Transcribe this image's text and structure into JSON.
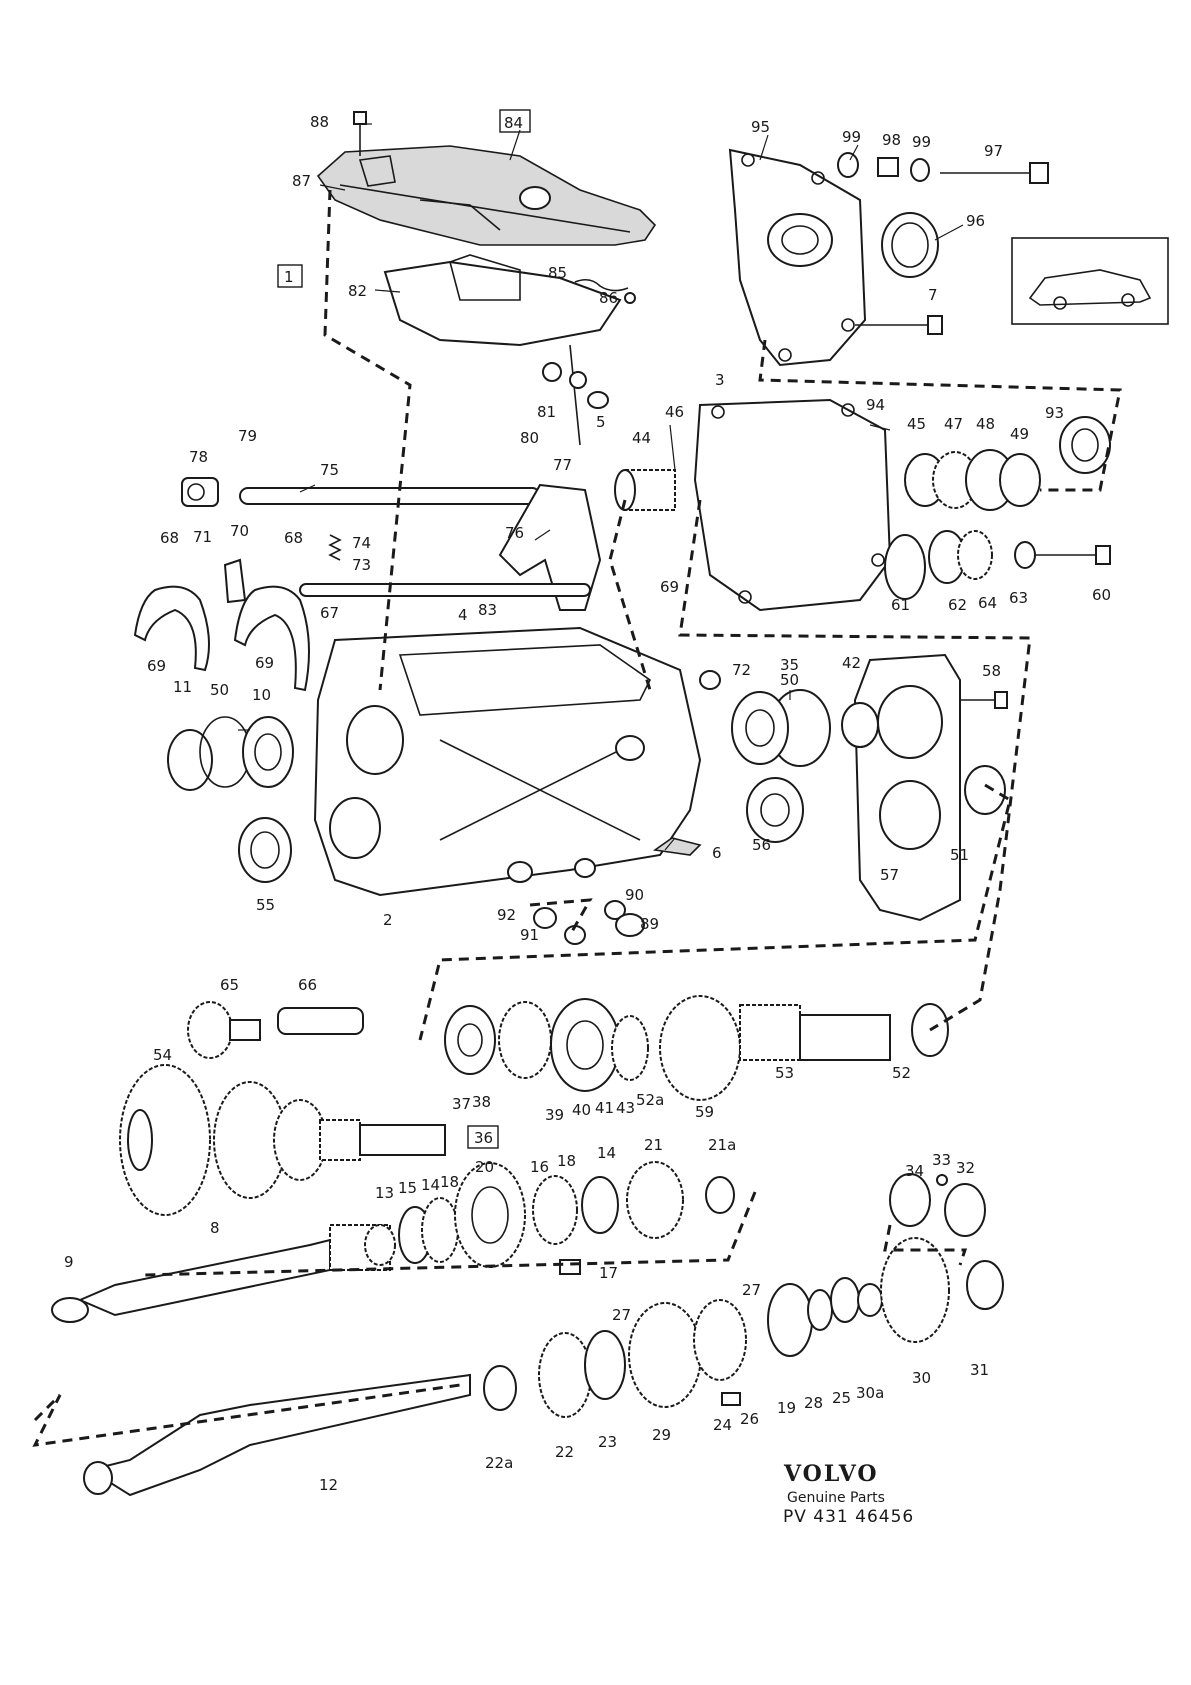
{
  "brand": {
    "name": "VOLVO",
    "subtitle": "Genuine Parts",
    "code": "PV 431  46456"
  },
  "callouts": {
    "c1": "1",
    "c2": "2",
    "c3": "3",
    "c4": "4",
    "c5": "5",
    "c6": "6",
    "c7": "7",
    "c8": "8",
    "c9": "9",
    "c10": "10",
    "c11": "11",
    "c12": "12",
    "c13": "13",
    "c14a": "14",
    "c14b": "14",
    "c15": "15",
    "c16": "16",
    "c17": "17",
    "c18a": "18",
    "c18b": "18",
    "c19": "19",
    "c20": "20",
    "c21": "21",
    "c21a": "21a",
    "c22": "22",
    "c22a": "22a",
    "c23": "23",
    "c24": "24",
    "c25": "25",
    "c26": "26",
    "c27a": "27",
    "c27b": "27",
    "c28": "28",
    "c29": "29",
    "c30": "30",
    "c30a": "30a",
    "c31": "31",
    "c32": "32",
    "c33": "33",
    "c34": "34",
    "c35": "35",
    "c36": "36",
    "c37": "37",
    "c38": "38",
    "c39": "39",
    "c40": "40",
    "c41": "41",
    "c42": "42",
    "c43": "43",
    "c44": "44",
    "c45": "45",
    "c46": "46",
    "c47": "47",
    "c48": "48",
    "c49": "49",
    "c50a": "50",
    "c50b": "50",
    "c51": "51",
    "c52": "52",
    "c52a": "52a",
    "c53": "53",
    "c54": "54",
    "c55": "55",
    "c56": "56",
    "c57": "57",
    "c58": "58",
    "c59": "59",
    "c60": "60",
    "c61": "61",
    "c62": "62",
    "c63": "63",
    "c64": "64",
    "c65": "65",
    "c66": "66",
    "c67": "67",
    "c68a": "68",
    "c68b": "68",
    "c69a": "69",
    "c69b": "69",
    "c69c": "69",
    "c70": "70",
    "c71": "71",
    "c72": "72",
    "c73": "73",
    "c74": "74",
    "c75": "75",
    "c76": "76",
    "c77": "77",
    "c78": "78",
    "c79": "79",
    "c80": "80",
    "c81": "81",
    "c82": "82",
    "c83": "83",
    "c84": "84",
    "c85": "85",
    "c86": "86",
    "c87": "87",
    "c88": "88",
    "c89": "89",
    "c90": "90",
    "c91": "91",
    "c92": "92",
    "c93": "93",
    "c94": "94",
    "c95": "95",
    "c96": "96",
    "c97": "97",
    "c98": "98",
    "c99a": "99",
    "c99b": "99"
  }
}
